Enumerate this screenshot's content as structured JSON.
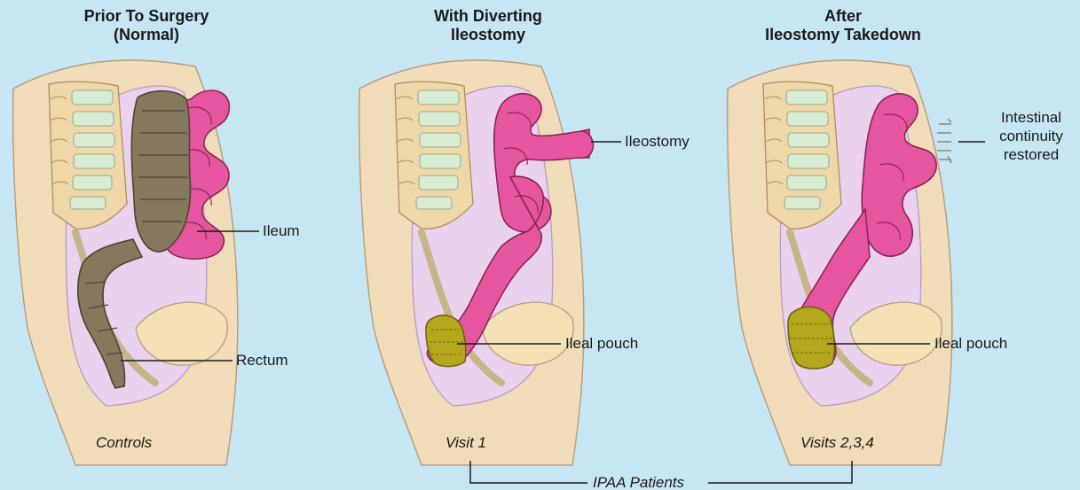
{
  "panels": [
    {
      "title_line1": "Prior To Surgery",
      "title_line2": "(Normal)",
      "caption": "Controls"
    },
    {
      "title_line1": "With Diverting",
      "title_line2": "Ileostomy",
      "caption": "Visit 1"
    },
    {
      "title_line1": "After",
      "title_line2": "Ileostomy Takedown",
      "caption": "Visits 2,3,4"
    }
  ],
  "labels": {
    "ileum": "Ileum",
    "rectum": "Rectum",
    "ileostomy": "Ileostomy",
    "ileal_pouch_1": "Ileal pouch",
    "ileal_pouch_2": "Ileal pouch",
    "continuity_line1": "Intestinal",
    "continuity_line2": "continuity",
    "continuity_line3": "restored"
  },
  "group_label": "IPAA Patients",
  "colors": {
    "background": "#c7e6f4",
    "skin": "#f1dcb9",
    "abdomen": "#ead2ee",
    "spine": "#efd7a8",
    "disc": "#d8ecd2",
    "small_bowel": "#e6559f",
    "colon": "#85785c",
    "pouch": "#b5a71c"
  }
}
